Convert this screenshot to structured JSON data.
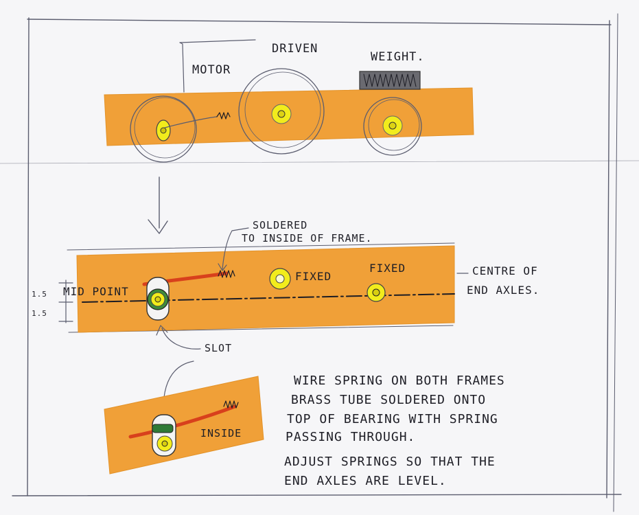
{
  "sketch": {
    "top_view": {
      "motor_label": "MOTOR",
      "driven_label": "DRIVEN",
      "weight_label": "WEIGHT."
    },
    "middle_view": {
      "soldered_note_line1": "SOLDERED",
      "soldered_note_line2": "TO INSIDE OF FRAME.",
      "fixed_label_1": "FIXED",
      "fixed_label_2": "FIXED",
      "centre_line1": "CENTRE OF",
      "centre_line2": "END AXLES.",
      "mid_point_label": "MID POINT",
      "dim_upper": "1.5",
      "dim_lower": "1.5",
      "slot_label": "SLOT"
    },
    "bottom_view": {
      "inside_label": "INSIDE"
    },
    "notes": {
      "line1": "WIRE SPRING ON BOTH FRAMES",
      "line2": "BRASS TUBE SOLDERED ONTO",
      "line3": "TOP OF BEARING WITH SPRING",
      "line4": "PASSING THROUGH.",
      "line5": "ADJUST SPRINGS SO THAT THE",
      "line6": "END AXLES ARE LEVEL."
    },
    "colors": {
      "frame_orange": "#f0a038",
      "bearing_yellow": "#f2ec1c",
      "spring_red": "#d8401c",
      "tube_green": "#2f7a36",
      "paper": "#f6f6f8"
    }
  }
}
